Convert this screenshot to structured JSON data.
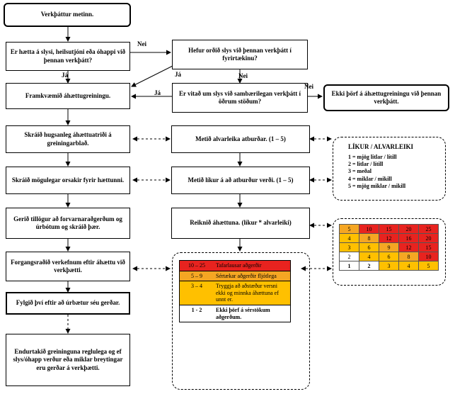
{
  "left_column": {
    "b1": "Verkþáttur metinn.",
    "b2": "Er hætta á slysi, heilsutjóni eða óhappi við þennan verkþátt?",
    "b3": "Framkvæmið áhættugreiningu.",
    "b4": "Skráið hugsanleg áhættuatriði á greiningarblað.",
    "b5": "Skráið mögulegar orsakir fyrir hættunni.",
    "b6": "Gerið tillögur að forvarnaraðgerðum og úrbótum og skráið þær.",
    "b7": "Forgangsraðið verkefnum eftir áhættu við verkþætti.",
    "b8": "Fylgið því eftir að úrbætur séu gerðar.",
    "b9": "Endurtakið greininguna reglulega og ef slys/óhapp verður eða miklar breytingar eru gerðar á verkþætti."
  },
  "middle_column": {
    "q1": "Hefur orðið slys við þennan verkþátt í fyrirtækinu?",
    "q2": "Er vitað um slys við sambærilegan verkþátt í öðrum stöðum?",
    "m1": "Metið alvarleika atburðar. (1 – 5)",
    "m2": "Metið líkur á að atburður verði. (1 – 5)",
    "m3": "Reiknið áhættuna. (líkur * alvarleiki)"
  },
  "right_column": {
    "no_need": "Ekki þörf á áhættugreiningu við þennan verkþátt."
  },
  "labels": {
    "nei": "Nei",
    "ja": "Já"
  },
  "legend": {
    "title": "LÍKUR / ALVARLEIKI",
    "items": [
      "1 = mjög litlar / lítill",
      "2 = litlar / lítill",
      "3 = meðal",
      "4 = miklar / mikill",
      "5 = mjög miklar / mikill"
    ]
  },
  "matrix": {
    "rows": [
      [
        "5",
        "10",
        "15",
        "20",
        "25"
      ],
      [
        "4",
        "8",
        "12",
        "16",
        "20"
      ],
      [
        "3",
        "6",
        "9",
        "12",
        "15"
      ],
      [
        "2",
        "4",
        "6",
        "8",
        "10"
      ],
      [
        "1",
        "2",
        "3",
        "4",
        "5"
      ]
    ],
    "colors": [
      [
        "#f5a623",
        "#e8231f",
        "#e8231f",
        "#e8231f",
        "#e8231f"
      ],
      [
        "#ffc000",
        "#f5a623",
        "#e8231f",
        "#e8231f",
        "#e8231f"
      ],
      [
        "#ffc000",
        "#ffc000",
        "#f5a623",
        "#e8231f",
        "#e8231f"
      ],
      [
        "#ffffff",
        "#ffc000",
        "#ffc000",
        "#f5a623",
        "#e8231f"
      ],
      [
        "#ffffff",
        "#ffffff",
        "#ffc000",
        "#ffc000",
        "#ffc000"
      ]
    ]
  },
  "risk_table": [
    {
      "range": "10 – 25",
      "text": "Tafarlausar aðgerðir",
      "color": "#e8231f"
    },
    {
      "range": "5 – 9",
      "text": "Sértækar aðgerðir fljótlega",
      "color": "#f5a623"
    },
    {
      "range": "3 – 4",
      "text": "Tryggja að aðstæður versni ekki og minnka áhættuna ef unnt er.",
      "color": "#ffc000"
    },
    {
      "range": "1 - 2",
      "text": "Ekki þörf á sérstökum aðgerðum.",
      "color": "#ffffff"
    }
  ]
}
